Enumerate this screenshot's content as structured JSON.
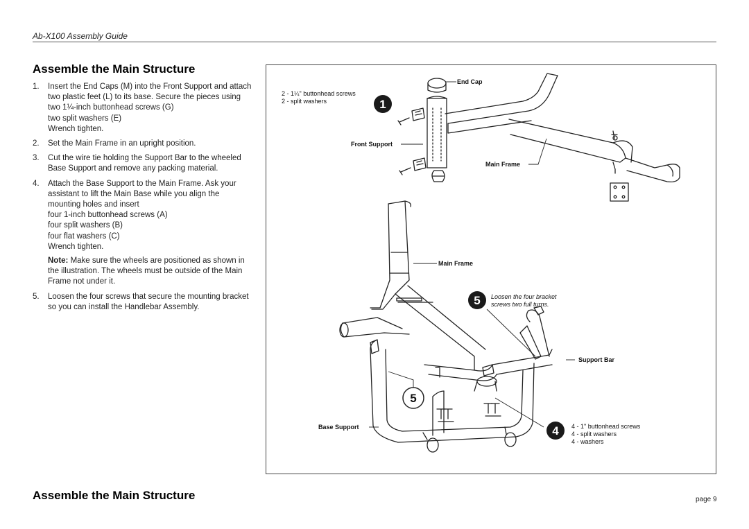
{
  "header": {
    "guide_title": "Ab-X100 Assembly Guide"
  },
  "section_heading": "Assemble the Main Structure",
  "steps": [
    {
      "num": "1.",
      "lines": [
        "Insert the End Caps (M) into the Front Support and attach two plastic feet (L) to its base. Secure the pieces using",
        "two 1¼-inch buttonhead screws (G)",
        "two split washers (E)",
        "Wrench tighten."
      ]
    },
    {
      "num": "2.",
      "lines": [
        "Set the Main Frame in an upright position."
      ]
    },
    {
      "num": "3.",
      "lines": [
        "Cut the wire tie holding the Support Bar to the wheeled Base Support and remove any packing material."
      ]
    },
    {
      "num": "4.",
      "lines": [
        "Attach the Base Support to the Main Frame. Ask your assistant to lift the Main Base while you align the mounting holes and insert",
        "four 1-inch buttonhead screws (A)",
        "four split washers (B)",
        "four flat washers (C)",
        "Wrench tighten."
      ],
      "note_label": "Note:",
      "note_text": " Make sure the wheels are positioned as shown in the illustration. The wheels must be outside of the Main Frame not under it."
    },
    {
      "num": "5.",
      "lines": [
        "Loosen the four screws that secure the mounting bracket so you can install the Handlebar Assembly."
      ]
    }
  ],
  "figure": {
    "callout_1_line1": "2 - 1¼\" buttonhead screws",
    "callout_1_line2": "2 - split washers",
    "badge_1": "1",
    "end_cap": "End Cap",
    "front_support": "Front Support",
    "main_frame_top": "Main Frame",
    "main_frame_mid": "Main Frame",
    "badge_5_top": "5",
    "loosen_line1": "Loosen the four bracket",
    "loosen_line2": "screws two full turns.",
    "support_bar": "Support Bar",
    "badge_5_bottom": "5",
    "base_support": "Base Support",
    "badge_4": "4",
    "callout_4_line1": "4 - 1\" buttonhead screws",
    "callout_4_line2": "4 - split washers",
    "callout_4_line3": "4 - washers"
  },
  "footer": {
    "heading": "Assemble the Main Structure",
    "page": "page 9"
  }
}
